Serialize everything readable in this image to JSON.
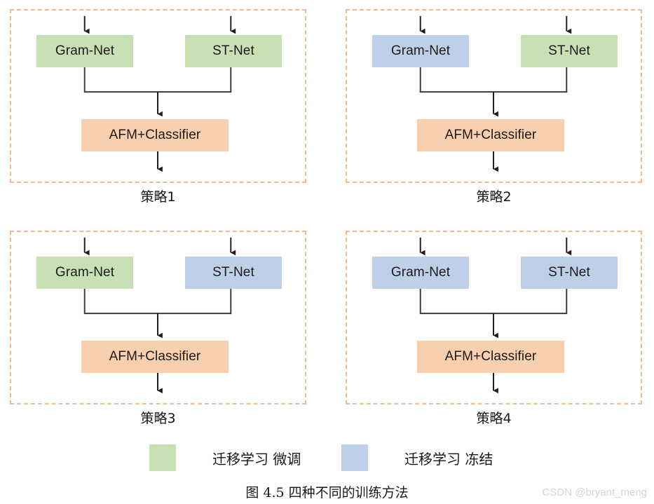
{
  "figure": {
    "caption": "图 4.5 四种不同的训练方法",
    "watermark": "CSDN @bryant_meng"
  },
  "colors": {
    "green_finetune": "#c7e0b4",
    "blue_frozen": "#bdd0e8",
    "orange_head": "#f9cfae",
    "panel_border": "#f2b98f",
    "connector": "#333333"
  },
  "panels": [
    {
      "label": "策略1",
      "left_node": {
        "text": "Gram-Net",
        "color": "green"
      },
      "right_node": {
        "text": "ST-Net",
        "color": "green"
      },
      "fusion_node": {
        "text": "AFM+Classifier",
        "color": "orange"
      }
    },
    {
      "label": "策略2",
      "left_node": {
        "text": "Gram-Net",
        "color": "blue"
      },
      "right_node": {
        "text": "ST-Net",
        "color": "green"
      },
      "fusion_node": {
        "text": "AFM+Classifier",
        "color": "orange"
      }
    },
    {
      "label": "策略3",
      "left_node": {
        "text": "Gram-Net",
        "color": "green"
      },
      "right_node": {
        "text": "ST-Net",
        "color": "blue"
      },
      "fusion_node": {
        "text": "AFM+Classifier",
        "color": "orange"
      }
    },
    {
      "label": "策略4",
      "left_node": {
        "text": "Gram-Net",
        "color": "blue"
      },
      "right_node": {
        "text": "ST-Net",
        "color": "blue"
      },
      "fusion_node": {
        "text": "AFM+Classifier",
        "color": "orange"
      }
    }
  ],
  "legend": [
    {
      "text": "迁移学习  微调",
      "color": "green"
    },
    {
      "text": "迁移学习  冻结",
      "color": "blue"
    }
  ]
}
